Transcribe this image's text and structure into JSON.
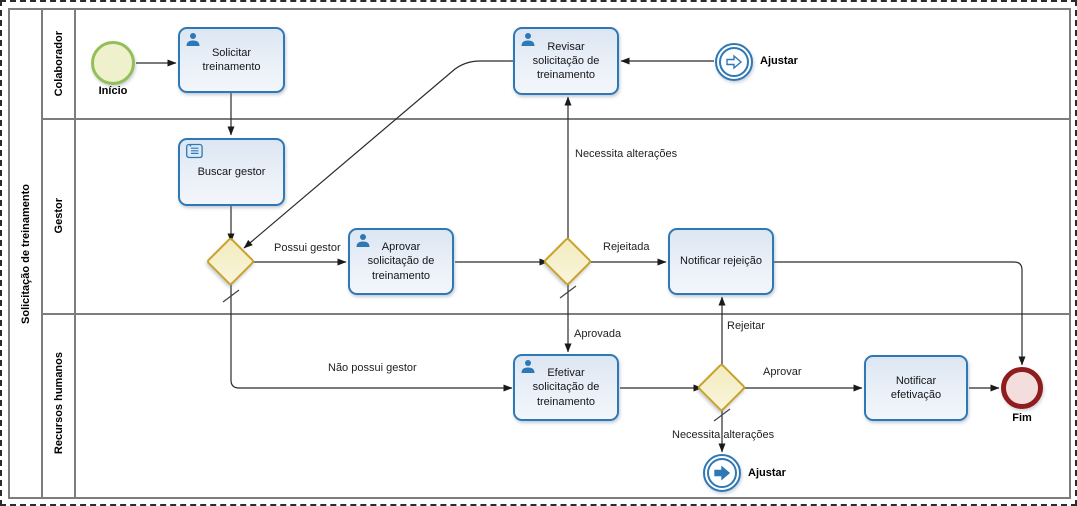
{
  "pool": {
    "title": "Solicitação de treinamento"
  },
  "lanes": [
    {
      "label": "Colaborador"
    },
    {
      "label": "Gestor"
    },
    {
      "label": "Recursos humanos"
    }
  ],
  "nodes": {
    "inicio": {
      "label": "Início",
      "type": "start-event"
    },
    "solicitar": {
      "label": "Solicitar treinamento",
      "icon": "user-icon"
    },
    "revisar": {
      "label": "Revisar solicitação de treinamento",
      "icon": "user-icon"
    },
    "ajustar_catch": {
      "label": "Ajustar",
      "type": "link-catch-event"
    },
    "buscar": {
      "label": "Buscar gestor",
      "icon": "script-icon"
    },
    "aprovar_solicitacao": {
      "label": "Aprovar solicitação de treinamento",
      "icon": "user-icon"
    },
    "notificar_rejeicao": {
      "label": "Notificar rejeição"
    },
    "efetivar": {
      "label": "Efetivar solicitação de treinamento",
      "icon": "user-icon"
    },
    "notificar_efetivacao": {
      "label": "Notificar efetivação"
    },
    "fim": {
      "label": "Fim",
      "type": "end-event"
    },
    "ajustar_throw": {
      "label": "Ajustar",
      "type": "link-throw-event"
    }
  },
  "flows": {
    "possui_gestor": "Possui gestor",
    "nao_possui_gestor": "Não possui gestor",
    "rejeitada": "Rejeitada",
    "aprovada": "Aprovada",
    "necessita_alteracoes_1": "Necessita alterações",
    "rejeitar": "Rejeitar",
    "aprovar": "Aprovar",
    "necessita_alteracoes_2": "Necessita alterações"
  },
  "colors": {
    "task_border": "#2e78b5",
    "task_fill": "#e8eef7",
    "gateway_border": "#c9a227",
    "gateway_fill": "#f6f0c8",
    "start_border": "#94be58",
    "start_fill": "#eef1cc",
    "end_border": "#8f1d1d",
    "end_fill": "#f3dedd",
    "link_event_blue": "#2e78b5",
    "lane_border": "#7d7d7d"
  }
}
